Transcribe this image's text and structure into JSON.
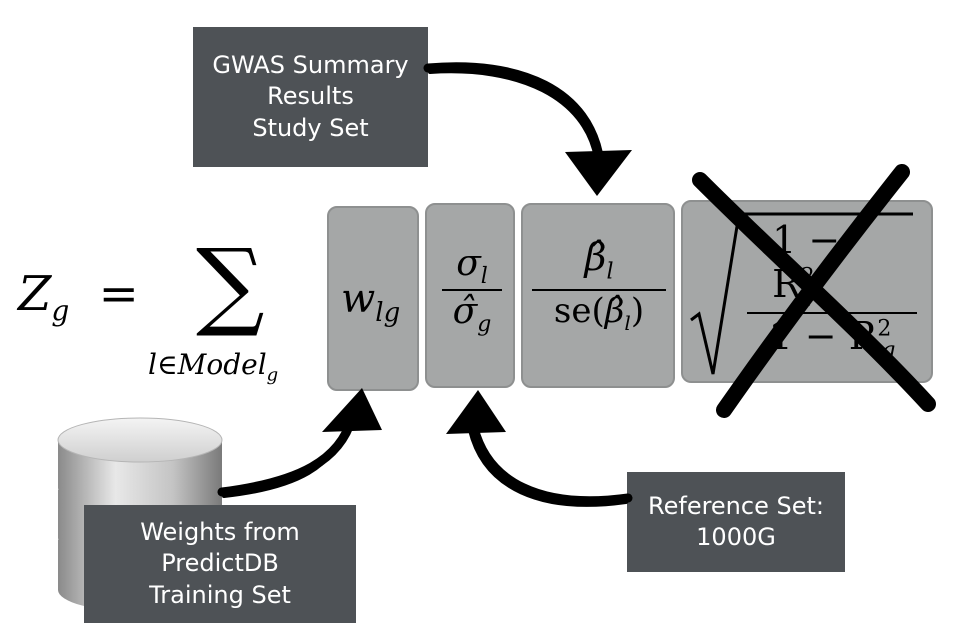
{
  "boxes": {
    "gwas": [
      "GWAS Summary",
      "Results",
      "Study Set"
    ],
    "reference": [
      "Reference Set:",
      "1000G"
    ],
    "weights": [
      "Weights from",
      "PredictDB",
      "Training Set"
    ]
  },
  "formula": {
    "lhs": "Z",
    "lhs_sub": "g",
    "equals": "=",
    "sum_symbol": "∑",
    "sum_index": "l∈Model",
    "sum_index_sub": "g",
    "weight": "w",
    "weight_sub": "lg",
    "sigma_num": "σ",
    "sigma_num_sub": "l",
    "sigma_den": "σ̂",
    "sigma_den_sub": "g",
    "beta_num": "β̂",
    "beta_num_sub": "l",
    "se_den_prefix": "se(",
    "se_den_beta": "β̂",
    "se_den_sub": "l",
    "se_den_suffix": ")",
    "sqrt_num": "1 − R",
    "sqrt_num_sup": "2",
    "sqrt_num_sub": "l",
    "sqrt_den": "1 − R",
    "sqrt_den_sup": "2",
    "sqrt_den_sub": "g"
  }
}
